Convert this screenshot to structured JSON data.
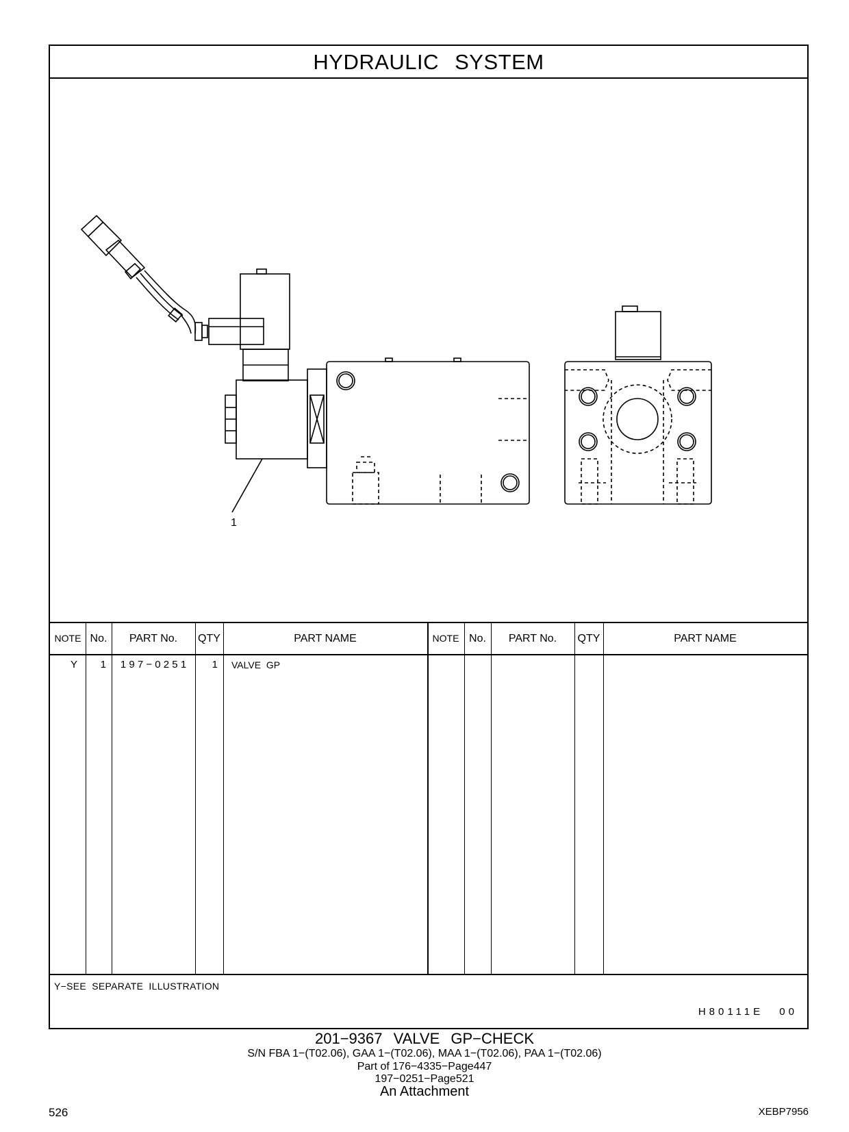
{
  "section_title": "HYDRAULIC SYSTEM",
  "callout_label": "1",
  "table": {
    "headers": {
      "note": "NOTE",
      "no": "No.",
      "part_no": "PART No.",
      "qty": "QTY",
      "part_name": "PART NAME"
    },
    "rows": [
      {
        "note": "Y",
        "no": "1",
        "part_no": "1 9 7 − 0 2 5 1",
        "qty": "1",
        "part_name": "VALVE  GP"
      }
    ]
  },
  "footnote": "Y−SEE SEPARATE ILLUSTRATION",
  "illustration_code": "H80111E 00",
  "caption": {
    "line1": "201−9367 VALVE GP−CHECK",
    "line2": "S/N FBA 1−(T02.06), GAA 1−(T02.06), MAA 1−(T02.06), PAA 1−(T02.06)",
    "line3": "Part of 176−4335−Page447",
    "line4": "197−0251−Page521",
    "line5": "An Attachment"
  },
  "page_number": "526",
  "document_id": "XEBP7956"
}
